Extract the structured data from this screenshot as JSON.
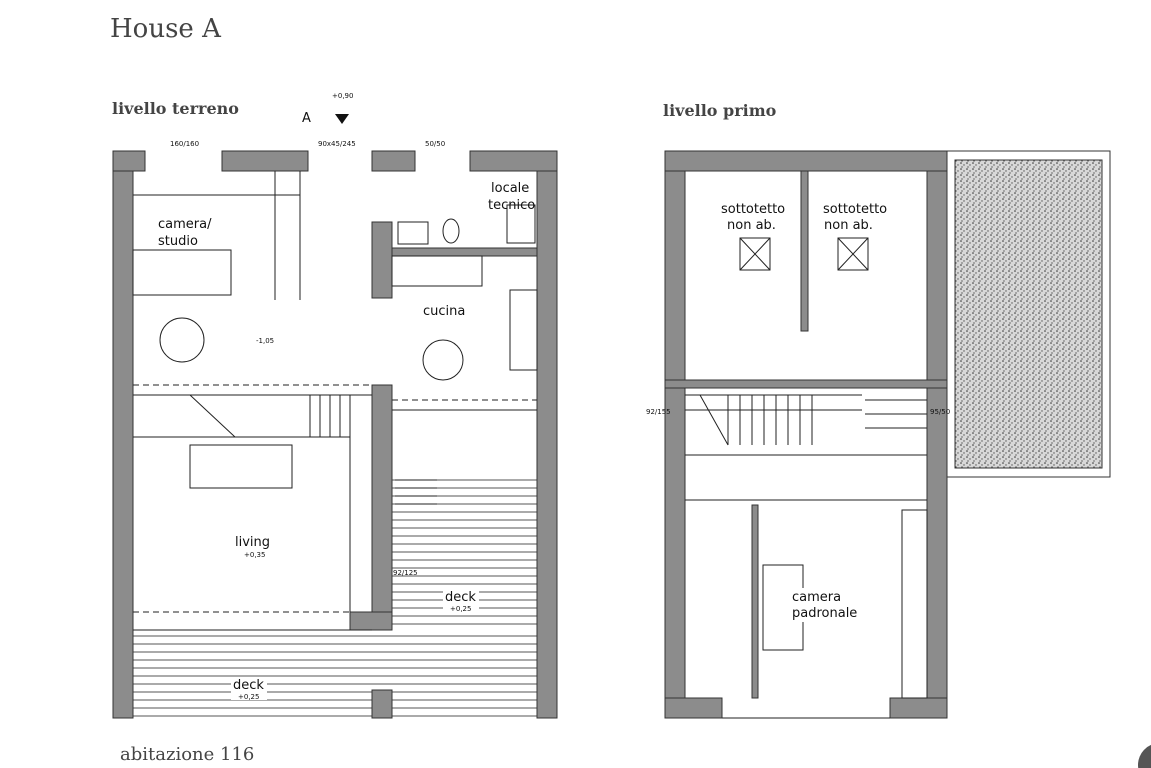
{
  "title": "House A",
  "ground": {
    "heading": "livello terreno",
    "section_mark": "A",
    "entry_level": "+0,90",
    "rooms": {
      "camera_1": "camera/",
      "camera_2": "studio",
      "locale_1": "locale",
      "locale_2": "tecnico",
      "cucina": "cucina",
      "dining_level": "-1,05",
      "living": "living",
      "living_level": "+0,35",
      "deck_right": "deck",
      "deck_right_level": "+0,25",
      "deck_bottom": "deck",
      "deck_bottom_level": "+0,25"
    },
    "dims": {
      "window_left": "160/160",
      "door": "90x45/245",
      "window_right": "50/50",
      "side_window": "92/125"
    }
  },
  "first": {
    "heading": "livello primo",
    "rooms": {
      "sotto_a_1": "sottotetto",
      "sotto_a_2": "non ab.",
      "sotto_b_1": "sottotetto",
      "sotto_b_2": "non ab.",
      "camera_1": "camera",
      "camera_2": "padronale"
    },
    "dims": {
      "left": "92/155",
      "right": "95/50"
    }
  },
  "footer": "abitazione 116"
}
